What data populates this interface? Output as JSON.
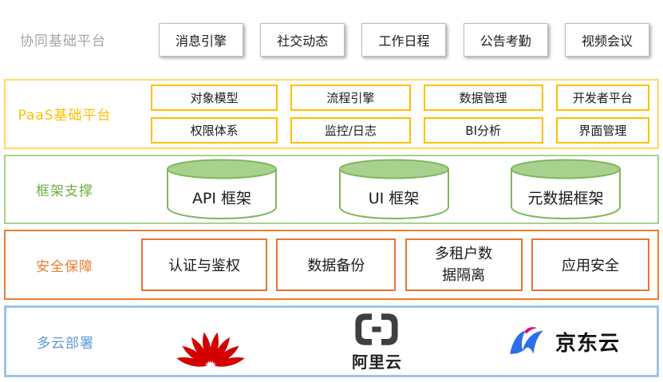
{
  "layers": {
    "collab": {
      "label": "协同基础平台",
      "items": [
        "消息引擎",
        "社交动态",
        "工作日程",
        "公告考勤",
        "视频会议"
      ]
    },
    "paas": {
      "label": "PaaS基础平台",
      "row1": [
        "对象模型",
        "流程引擎",
        "数据管理",
        "开发者平台"
      ],
      "row2": [
        "权限体系",
        "监控/日志",
        "BI分析",
        "界面管理"
      ]
    },
    "framework": {
      "label": "框架支撑",
      "items": [
        "API 框架",
        "UI 框架",
        "元数据框架"
      ]
    },
    "security": {
      "label": "安全保障",
      "items": [
        "认证与鉴权",
        "数据备份",
        "多租户数据隔离",
        "应用安全"
      ]
    },
    "cloud": {
      "label": "多云部署",
      "vendors": [
        {
          "icon": "huawei-logo",
          "label": ""
        },
        {
          "icon": "alibaba-cloud-logo",
          "label": "阿里云"
        },
        {
          "icon": "jd-cloud-logo",
          "label": "京东云"
        }
      ]
    }
  },
  "colors": {
    "collab_gray": "#a6a6a6",
    "paas_gold": "#ffc000",
    "paas_border": "#ffd966",
    "framework_green": "#70ad47",
    "framework_border": "#a9d18e",
    "security_orange": "#ed7d31",
    "cloud_blue": "#5b9bd5",
    "cloud_border": "#9dc3e6",
    "huawei_red": "#d40000",
    "alibaba_dark": "#3f3f3f",
    "jd_blue": "#2e6ee8",
    "jd_magenta": "#e4007f"
  }
}
